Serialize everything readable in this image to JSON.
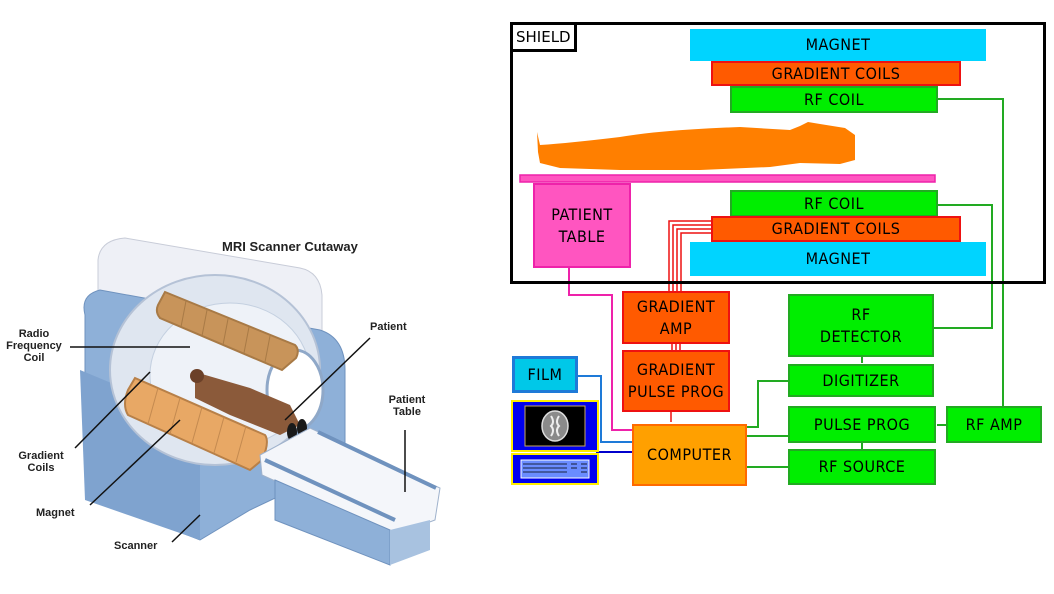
{
  "illustration": {
    "title": "MRI Scanner Cutaway",
    "labels": {
      "rf_coil": [
        "Radio",
        "Frequency",
        "Coil"
      ],
      "gradient_coils": [
        "Gradient",
        "Coils"
      ],
      "magnet": "Magnet",
      "scanner": "Scanner",
      "patient": "Patient",
      "patient_table": [
        "Patient",
        "Table"
      ]
    }
  },
  "diagram": {
    "shield": "SHIELD",
    "top": {
      "magnet": "MAGNET",
      "gradient_coils": "GRADIENT COILS",
      "rf_coil": "RF COIL"
    },
    "bottom": {
      "rf_coil": "RF COIL",
      "gradient_coils": "GRADIENT COILS",
      "magnet": "MAGNET"
    },
    "patient_table": [
      "PATIENT",
      "TABLE"
    ],
    "gradient_amp": [
      "GRADIENT",
      "AMP"
    ],
    "gradient_pulse_prog": [
      "GRADIENT",
      "PULSE PROG"
    ],
    "rf_detector": [
      "RF",
      "DETECTOR"
    ],
    "digitizer": "DIGITIZER",
    "pulse_prog": "PULSE PROG",
    "rf_amp": "RF AMP",
    "rf_source": "RF SOURCE",
    "computer": "COMPUTER",
    "film": "FILM",
    "colors": {
      "magnet": "#00d4ff",
      "gradient": "#ff5a00",
      "rf": "#00ee00",
      "patient_table": "#ff55c0",
      "computer": "#ffa000",
      "patient_body": "#ff7f00",
      "workstation": "#0000ee"
    }
  }
}
